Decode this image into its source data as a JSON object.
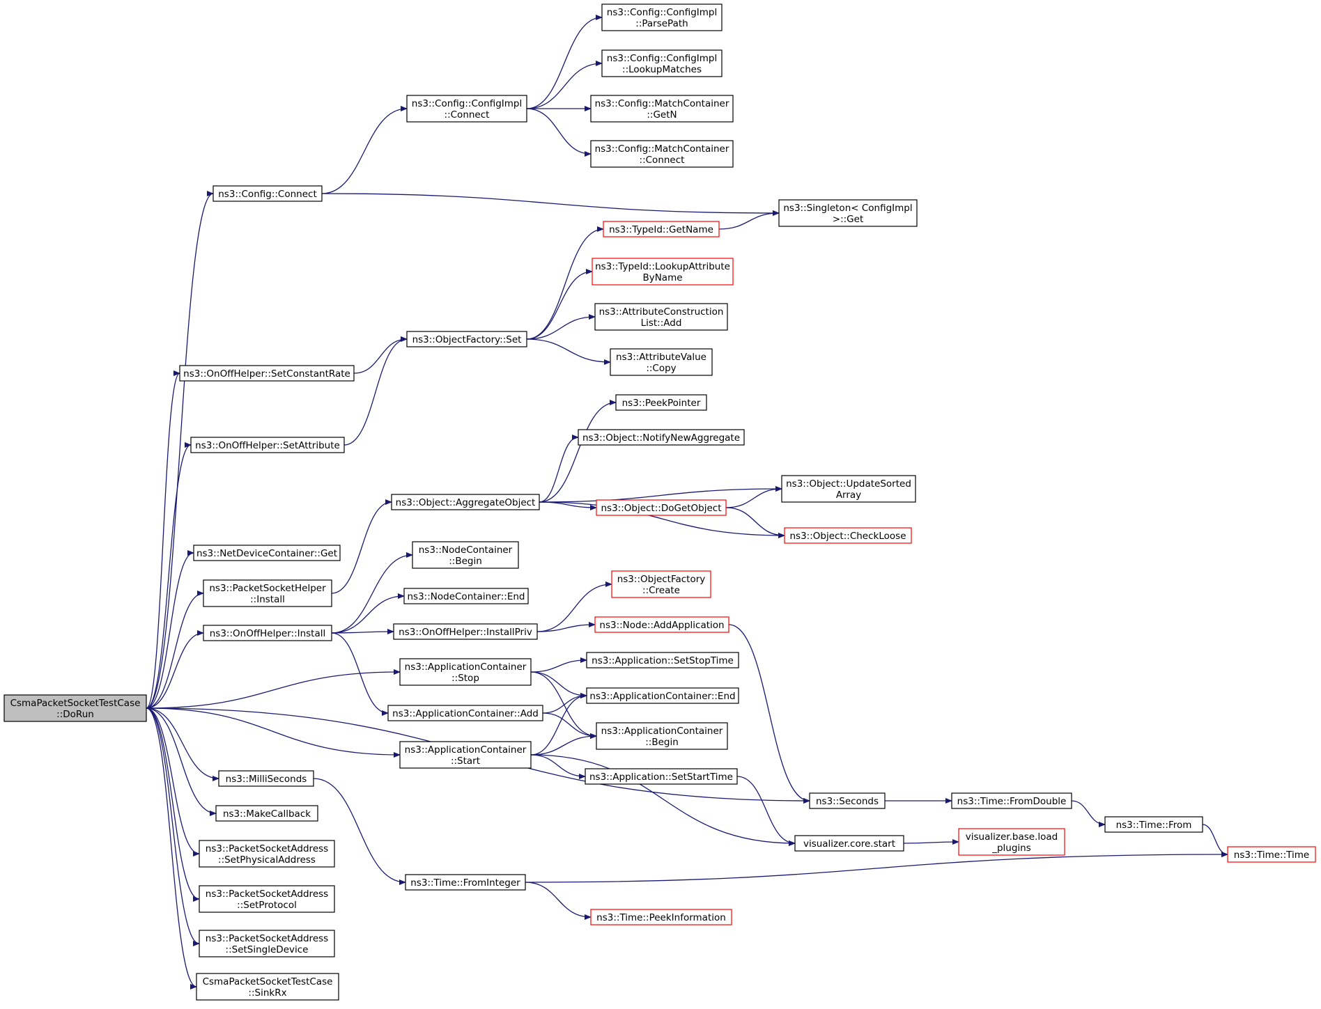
{
  "edge_color": "#191970",
  "link_border_color": "#ff0000",
  "root_fill": "#bfbfbf",
  "nodes": {
    "root": {
      "lines": [
        "CsmaPacketSocketTestCase",
        "::DoRun"
      ],
      "style": "root"
    },
    "cfgConnect": {
      "lines": [
        "ns3::Config::Connect"
      ],
      "style": "normal"
    },
    "cfgImplConnect": {
      "lines": [
        "ns3::Config::ConfigImpl",
        "::Connect"
      ],
      "style": "normal"
    },
    "parsePath": {
      "lines": [
        "ns3::Config::ConfigImpl",
        "::ParsePath"
      ],
      "style": "normal"
    },
    "lookupMatches": {
      "lines": [
        "ns3::Config::ConfigImpl",
        "::LookupMatches"
      ],
      "style": "normal"
    },
    "matchGetN": {
      "lines": [
        "ns3::Config::MatchContainer",
        "::GetN"
      ],
      "style": "normal"
    },
    "matchConnect": {
      "lines": [
        "ns3::Config::MatchContainer",
        "::Connect"
      ],
      "style": "normal"
    },
    "singletonGet": {
      "lines": [
        "ns3::Singleton< ConfigImpl",
        " >::Get"
      ],
      "style": "normal"
    },
    "typeIdGetName": {
      "lines": [
        "ns3::TypeId::GetName"
      ],
      "style": "red"
    },
    "lookupAttr": {
      "lines": [
        "ns3::TypeId::LookupAttribute",
        "ByName"
      ],
      "style": "red"
    },
    "attrConsAdd": {
      "lines": [
        "ns3::AttributeConstruction",
        "List::Add"
      ],
      "style": "normal"
    },
    "attrValCopy": {
      "lines": [
        "ns3::AttributeValue",
        "::Copy"
      ],
      "style": "normal"
    },
    "objFactorySet": {
      "lines": [
        "ns3::ObjectFactory::Set"
      ],
      "style": "normal"
    },
    "setConstantRate": {
      "lines": [
        "ns3::OnOffHelper::SetConstantRate"
      ],
      "style": "normal"
    },
    "setAttribute": {
      "lines": [
        "ns3::OnOffHelper::SetAttribute"
      ],
      "style": "normal"
    },
    "peekPointer": {
      "lines": [
        "ns3::PeekPointer"
      ],
      "style": "normal"
    },
    "notifyNewAgg": {
      "lines": [
        "ns3::Object::NotifyNewAggregate"
      ],
      "style": "normal"
    },
    "aggregateObject": {
      "lines": [
        "ns3::Object::AggregateObject"
      ],
      "style": "normal"
    },
    "updateSorted": {
      "lines": [
        "ns3::Object::UpdateSorted",
        "Array"
      ],
      "style": "normal"
    },
    "doGetObject": {
      "lines": [
        "ns3::Object::DoGetObject"
      ],
      "style": "red"
    },
    "checkLoose": {
      "lines": [
        "ns3::Object::CheckLoose"
      ],
      "style": "red"
    },
    "netDevGet": {
      "lines": [
        "ns3::NetDeviceContainer::Get"
      ],
      "style": "normal"
    },
    "pktSockInstall": {
      "lines": [
        "ns3::PacketSocketHelper",
        "::Install"
      ],
      "style": "normal"
    },
    "nodeContBegin": {
      "lines": [
        "ns3::NodeContainer",
        "::Begin"
      ],
      "style": "normal"
    },
    "nodeContEnd": {
      "lines": [
        "ns3::NodeContainer::End"
      ],
      "style": "normal"
    },
    "objFactCreate": {
      "lines": [
        "ns3::ObjectFactory",
        "::Create"
      ],
      "style": "red"
    },
    "onoffInstall": {
      "lines": [
        "ns3::OnOffHelper::Install"
      ],
      "style": "normal"
    },
    "installPriv": {
      "lines": [
        "ns3::OnOffHelper::InstallPriv"
      ],
      "style": "normal"
    },
    "nodeAddApp": {
      "lines": [
        "ns3::Node::AddApplication"
      ],
      "style": "red"
    },
    "appContStop": {
      "lines": [
        "ns3::ApplicationContainer",
        "::Stop"
      ],
      "style": "normal"
    },
    "appSetStopTime": {
      "lines": [
        "ns3::Application::SetStopTime"
      ],
      "style": "normal"
    },
    "appContEnd": {
      "lines": [
        "ns3::ApplicationContainer::End"
      ],
      "style": "normal"
    },
    "appContAdd": {
      "lines": [
        "ns3::ApplicationContainer::Add"
      ],
      "style": "normal"
    },
    "appContBegin": {
      "lines": [
        "ns3::ApplicationContainer",
        "::Begin"
      ],
      "style": "normal"
    },
    "appContStart": {
      "lines": [
        "ns3::ApplicationContainer",
        "::Start"
      ],
      "style": "normal"
    },
    "appSetStartTime": {
      "lines": [
        "ns3::Application::SetStartTime"
      ],
      "style": "normal"
    },
    "milliSeconds": {
      "lines": [
        "ns3::MilliSeconds"
      ],
      "style": "normal"
    },
    "seconds": {
      "lines": [
        "ns3::Seconds"
      ],
      "style": "normal"
    },
    "timeFromDouble": {
      "lines": [
        "ns3::Time::FromDouble"
      ],
      "style": "normal"
    },
    "timeFrom": {
      "lines": [
        "ns3::Time::From"
      ],
      "style": "normal"
    },
    "timeTime": {
      "lines": [
        "ns3::Time::Time"
      ],
      "style": "red"
    },
    "makeCallback": {
      "lines": [
        "ns3::MakeCallback"
      ],
      "style": "normal"
    },
    "vizCoreStart": {
      "lines": [
        "visualizer.core.start"
      ],
      "style": "normal"
    },
    "vizLoadPlugins": {
      "lines": [
        "visualizer.base.load",
        "_plugins"
      ],
      "style": "red"
    },
    "setPhysAddr": {
      "lines": [
        "ns3::PacketSocketAddress",
        "::SetPhysicalAddress"
      ],
      "style": "normal"
    },
    "setProtocol": {
      "lines": [
        "ns3::PacketSocketAddress",
        "::SetProtocol"
      ],
      "style": "normal"
    },
    "setSingleDev": {
      "lines": [
        "ns3::PacketSocketAddress",
        "::SetSingleDevice"
      ],
      "style": "normal"
    },
    "timeFromInteger": {
      "lines": [
        "ns3::Time::FromInteger"
      ],
      "style": "normal"
    },
    "timePeekInfo": {
      "lines": [
        "ns3::Time::PeekInformation"
      ],
      "style": "red"
    },
    "sinkRx": {
      "lines": [
        "CsmaPacketSocketTestCase",
        "::SinkRx"
      ],
      "style": "normal"
    }
  },
  "edges": [
    [
      "root",
      "cfgConnect"
    ],
    [
      "root",
      "setConstantRate"
    ],
    [
      "root",
      "setAttribute"
    ],
    [
      "root",
      "netDevGet"
    ],
    [
      "root",
      "pktSockInstall"
    ],
    [
      "root",
      "onoffInstall"
    ],
    [
      "root",
      "appContStop"
    ],
    [
      "root",
      "appContStart"
    ],
    [
      "root",
      "seconds"
    ],
    [
      "root",
      "milliSeconds"
    ],
    [
      "root",
      "makeCallback"
    ],
    [
      "root",
      "setPhysAddr"
    ],
    [
      "root",
      "setProtocol"
    ],
    [
      "root",
      "setSingleDev"
    ],
    [
      "root",
      "sinkRx"
    ],
    [
      "cfgConnect",
      "cfgImplConnect"
    ],
    [
      "cfgConnect",
      "singletonGet"
    ],
    [
      "cfgImplConnect",
      "parsePath"
    ],
    [
      "cfgImplConnect",
      "lookupMatches"
    ],
    [
      "cfgImplConnect",
      "matchGetN"
    ],
    [
      "cfgImplConnect",
      "matchConnect"
    ],
    [
      "typeIdGetName",
      "singletonGet"
    ],
    [
      "setConstantRate",
      "objFactorySet"
    ],
    [
      "setAttribute",
      "objFactorySet"
    ],
    [
      "objFactorySet",
      "typeIdGetName"
    ],
    [
      "objFactorySet",
      "lookupAttr"
    ],
    [
      "objFactorySet",
      "attrConsAdd"
    ],
    [
      "objFactorySet",
      "attrValCopy"
    ],
    [
      "pktSockInstall",
      "aggregateObject"
    ],
    [
      "aggregateObject",
      "peekPointer"
    ],
    [
      "aggregateObject",
      "notifyNewAgg"
    ],
    [
      "aggregateObject",
      "updateSorted"
    ],
    [
      "aggregateObject",
      "doGetObject"
    ],
    [
      "aggregateObject",
      "checkLoose"
    ],
    [
      "doGetObject",
      "updateSorted"
    ],
    [
      "doGetObject",
      "checkLoose"
    ],
    [
      "onoffInstall",
      "nodeContBegin"
    ],
    [
      "onoffInstall",
      "nodeContEnd"
    ],
    [
      "onoffInstall",
      "installPriv"
    ],
    [
      "onoffInstall",
      "appContAdd"
    ],
    [
      "installPriv",
      "objFactCreate"
    ],
    [
      "installPriv",
      "nodeAddApp"
    ],
    [
      "nodeAddApp",
      "seconds"
    ],
    [
      "appContStop",
      "appSetStopTime"
    ],
    [
      "appContStop",
      "appContEnd"
    ],
    [
      "appContStop",
      "appContBegin"
    ],
    [
      "appContAdd",
      "appContEnd"
    ],
    [
      "appContAdd",
      "appContBegin"
    ],
    [
      "appContStart",
      "appContEnd"
    ],
    [
      "appContStart",
      "appContBegin"
    ],
    [
      "appContStart",
      "appSetStartTime"
    ],
    [
      "appContStart",
      "vizCoreStart"
    ],
    [
      "appSetStartTime",
      "vizCoreStart"
    ],
    [
      "milliSeconds",
      "timeFromInteger"
    ],
    [
      "seconds",
      "timeFromDouble"
    ],
    [
      "timeFromDouble",
      "timeFrom"
    ],
    [
      "timeFrom",
      "timeTime"
    ],
    [
      "vizCoreStart",
      "vizLoadPlugins"
    ],
    [
      "timeFromInteger",
      "timeTime"
    ],
    [
      "timeFromInteger",
      "timePeekInfo"
    ]
  ]
}
